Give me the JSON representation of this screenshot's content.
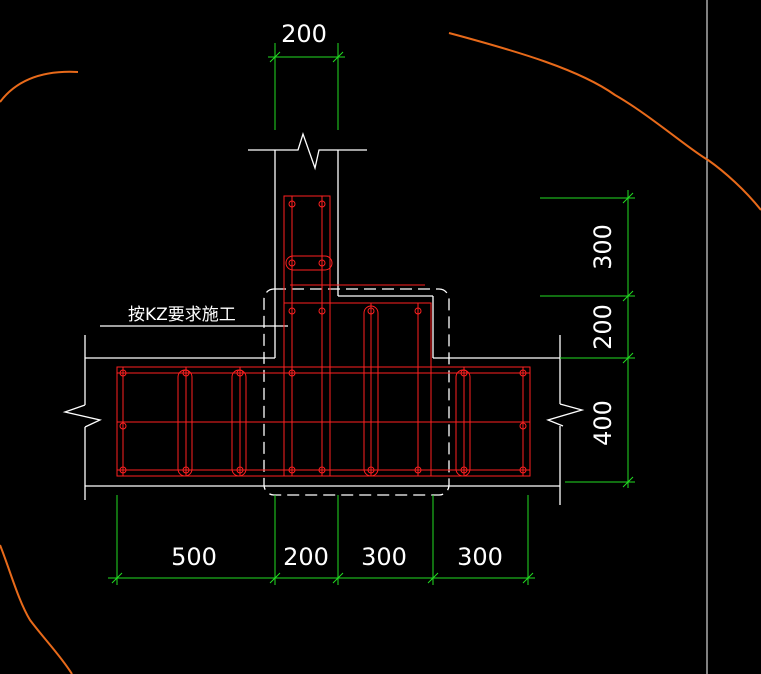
{
  "drawing": {
    "note": "按KZ要求施工",
    "top_dimension": "200",
    "right_dimensions": [
      "300",
      "200",
      "400"
    ],
    "bottom_dimensions": [
      "500",
      "200",
      "300",
      "300"
    ]
  },
  "colors": {
    "background": "#000000",
    "outline": "#ffffff",
    "rebar": "#ff2020",
    "dimension": "#22dd22",
    "arc": "#e86a1a"
  }
}
